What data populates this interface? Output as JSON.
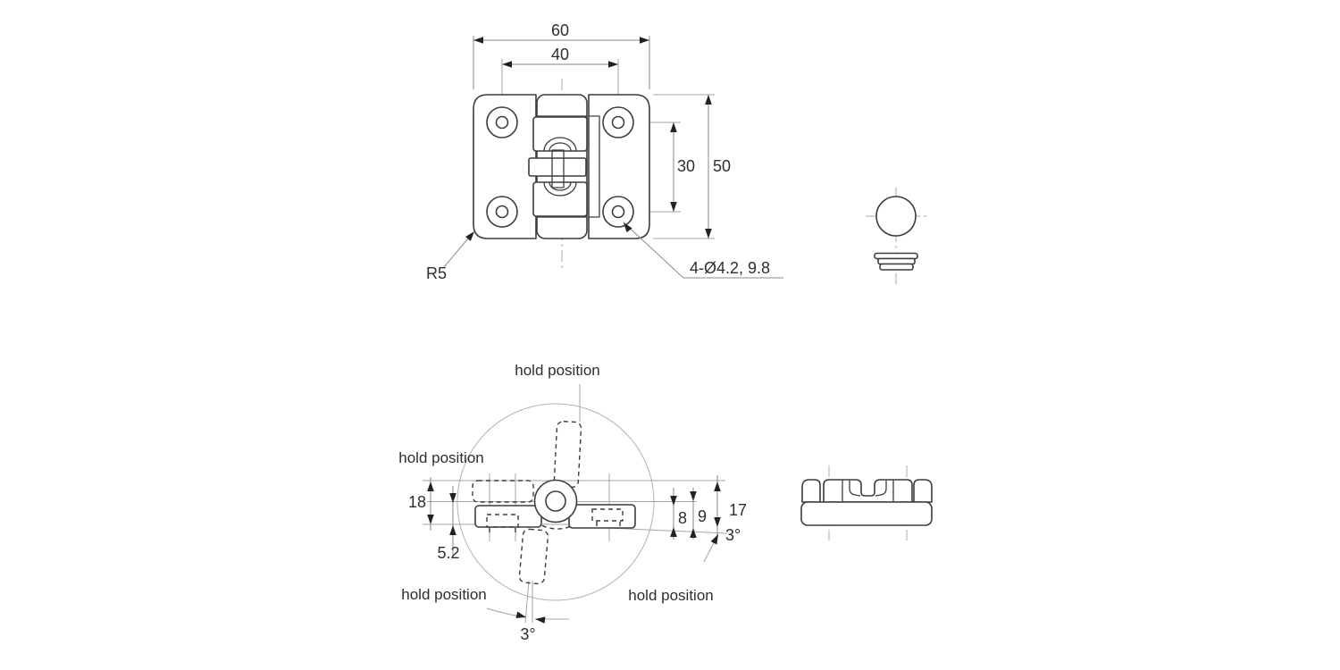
{
  "drawing": {
    "top_view": {
      "dim_width": "60",
      "dim_hole_spacing": "40",
      "dim_hole_vertical": "30",
      "dim_height": "50",
      "corner_radius_label": "R5",
      "holes_note": "4-Ø4.2, 9.8"
    },
    "rotation_view": {
      "hold_top": "hold position",
      "hold_left": "hold position",
      "hold_bottom_left": "hold position",
      "hold_bottom_right": "hold position",
      "dim_leaf_width": "18",
      "dim_offset": "5.2",
      "dim_8": "8",
      "dim_9": "9",
      "dim_17": "17",
      "angle_right": "3°",
      "angle_bottom": "3°"
    },
    "colors": {
      "line": "#3d3d3d",
      "dim_line": "#8a8a8a",
      "arrow": "#222222",
      "background": "#ffffff"
    }
  }
}
